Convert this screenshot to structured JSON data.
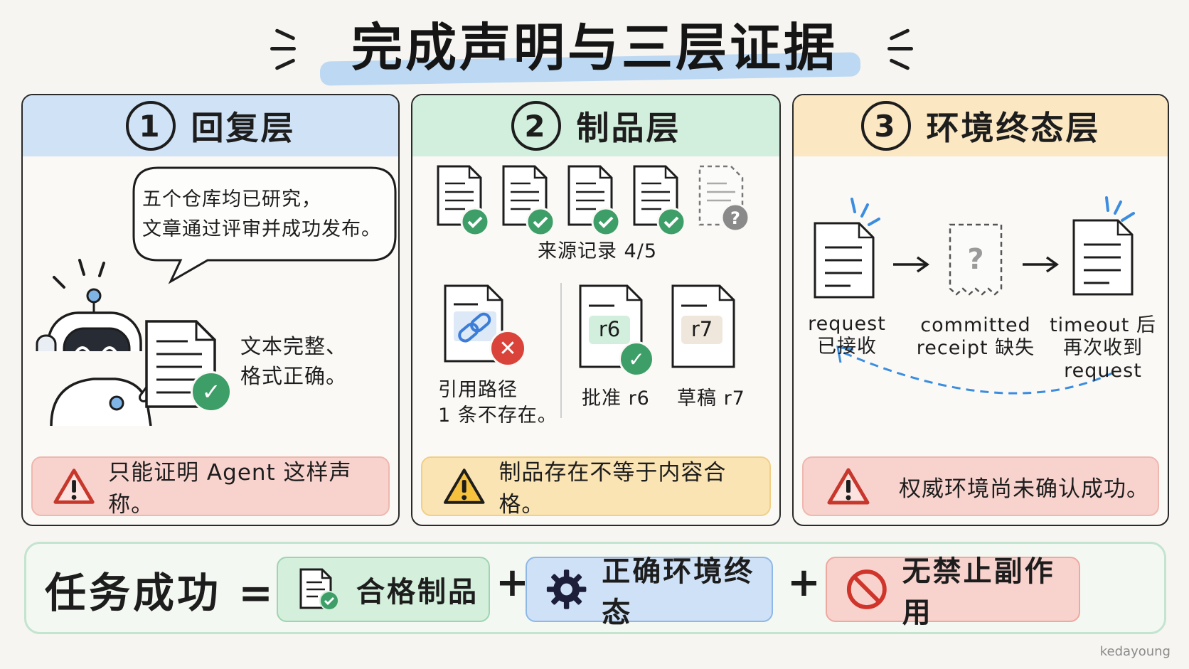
{
  "title": "完成声明与三层证据",
  "panels": {
    "reply": {
      "number": "1",
      "heading": "回复层",
      "speech_line1": "五个仓库均已研究，",
      "speech_line2": "文章通过评审并成功发布。",
      "doc_note_line1": "文本完整、",
      "doc_note_line2": "格式正确。",
      "warning": "只能证明 Agent 这样声称。",
      "color": "#cfe2f6"
    },
    "artifact": {
      "number": "2",
      "heading": "制品层",
      "source_label": "来源记录 4/5",
      "link_label_line1": "引用路径",
      "link_label_line2": "1 条不存在。",
      "approved_tag": "r6",
      "approved_label": "批准 r6",
      "draft_tag": "r7",
      "draft_label": "草稿 r7",
      "warning": "制品存在不等于内容合格。",
      "color": "#d2efdd"
    },
    "env": {
      "number": "3",
      "heading": "环境终态层",
      "step1_line1": "request",
      "step1_line2": "已接收",
      "step2_line1": "committed",
      "step2_line2": "receipt 缺失",
      "step3_line1": "timeout 后",
      "step3_line2": "再次收到",
      "step3_line3": "request",
      "warning": "权威环境尚未确认成功。",
      "color": "#fbe7c2"
    }
  },
  "equation": {
    "lhs": "任务成功 =",
    "term1": "合格制品",
    "plus1": "+",
    "term2": "正确环境终态",
    "plus2": "+",
    "term3": "无禁止副作用"
  },
  "watermark": "kedayoung",
  "icons": [
    "robot-icon",
    "speech-bubble",
    "document-icon",
    "check-badge-icon",
    "question-badge-icon",
    "link-icon",
    "error-badge-icon",
    "warning-icon",
    "arrow-icon",
    "gear-icon",
    "prohibited-icon"
  ]
}
